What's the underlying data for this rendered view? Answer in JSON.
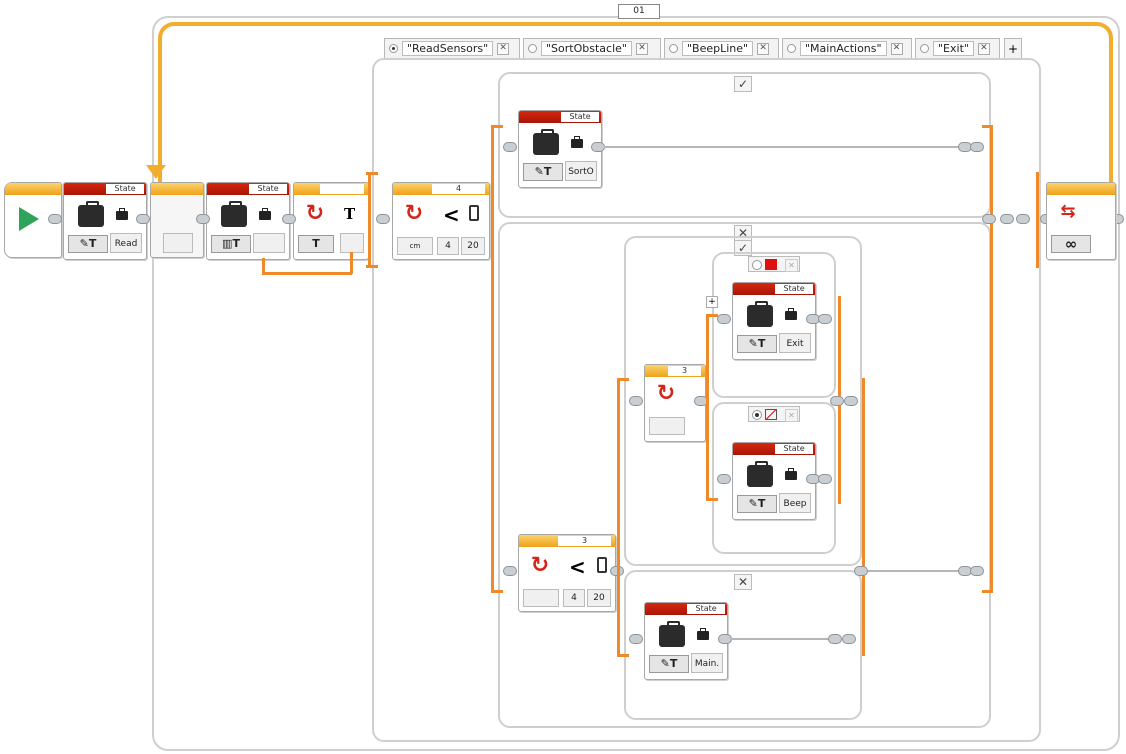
{
  "loop_counter": "01",
  "tabs": [
    {
      "name": "\"ReadSensors\"",
      "selected": true
    },
    {
      "name": "\"SortObstacle\"",
      "selected": false
    },
    {
      "name": "\"BeepLine\"",
      "selected": false
    },
    {
      "name": "\"MainActions\"",
      "selected": false
    },
    {
      "name": "\"Exit\"",
      "selected": false
    }
  ],
  "add_tab": "+",
  "blocks": {
    "state_label": "State",
    "state_read_value": "Read",
    "state_sort_value": "SortO",
    "state_exit_value": "Exit",
    "state_beep_value": "Beep",
    "state_main_value": "Main.",
    "text_mode": "T",
    "switch_outer_value": "4",
    "switch_outer_port": "4",
    "switch_outer_threshold": "20",
    "switch_outer_sensor": "cm",
    "switch_inner_value": "3",
    "switch_inner_port": "4",
    "switch_inner_threshold": "20",
    "switch_color_value": "3",
    "compare_symbol": "<",
    "loop_mode": "∞"
  },
  "case_marks": {
    "true": "✓",
    "false": "✕",
    "add": "+"
  },
  "colors": {
    "wire_orange": "#f08a28",
    "header_red": "#c01e0a",
    "header_orange": "#f3ad2c",
    "start_green": "#2fa35a",
    "frame_gray": "#cfcfcf"
  },
  "icons": {
    "start": "play-icon",
    "state": "briefcase-icon",
    "switch": "red-arrow-icon",
    "loop": "loop-arrow-icon"
  }
}
